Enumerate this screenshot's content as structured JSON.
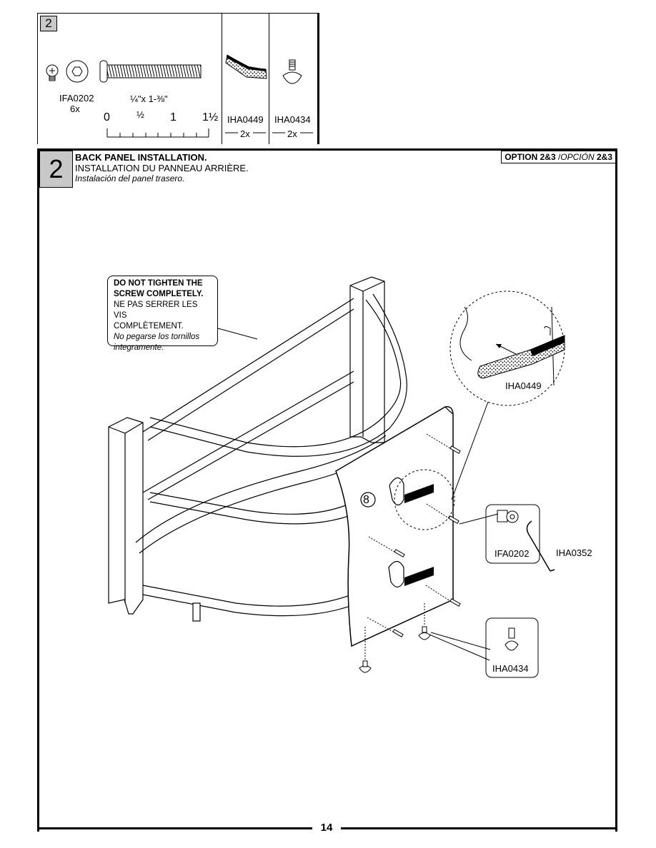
{
  "hardware": {
    "step": "2",
    "screw": {
      "code": "IFA0202",
      "qty": "6x",
      "size": "¼\"x 1-⅜\""
    },
    "ruler": {
      "t0": "0",
      "t_half": "½",
      "t1": "1",
      "t1_half": "1½"
    },
    "strip": {
      "code": "IHA0449",
      "qty": "2x"
    },
    "glide": {
      "code": "IHA0434",
      "qty": "2x"
    }
  },
  "step": {
    "number": "2",
    "title_en": "BACK PANEL INSTALLATION.",
    "title_fr": "INSTALLATION DU PANNEAU ARRIÈRE.",
    "title_es": "Instalación del panel trasero.",
    "option": "OPTION 2&3",
    "option_es": "OPCIÓN",
    "option_es_num": "2&3"
  },
  "warning": {
    "en1": "DO NOT TIGHTEN THE",
    "en2": "SCREW COMPLETELY.",
    "fr1": "NE PAS SERRER LES VIS",
    "fr2": "COMPLÈTEMENT.",
    "es1": "No pegarse los tornillos",
    "es2": "integramente."
  },
  "callouts": {
    "strip": "IHA0449",
    "screw": "IFA0202",
    "key": "IHA0352",
    "glide": "IHA0434",
    "panel": "8"
  },
  "page_number": "14"
}
